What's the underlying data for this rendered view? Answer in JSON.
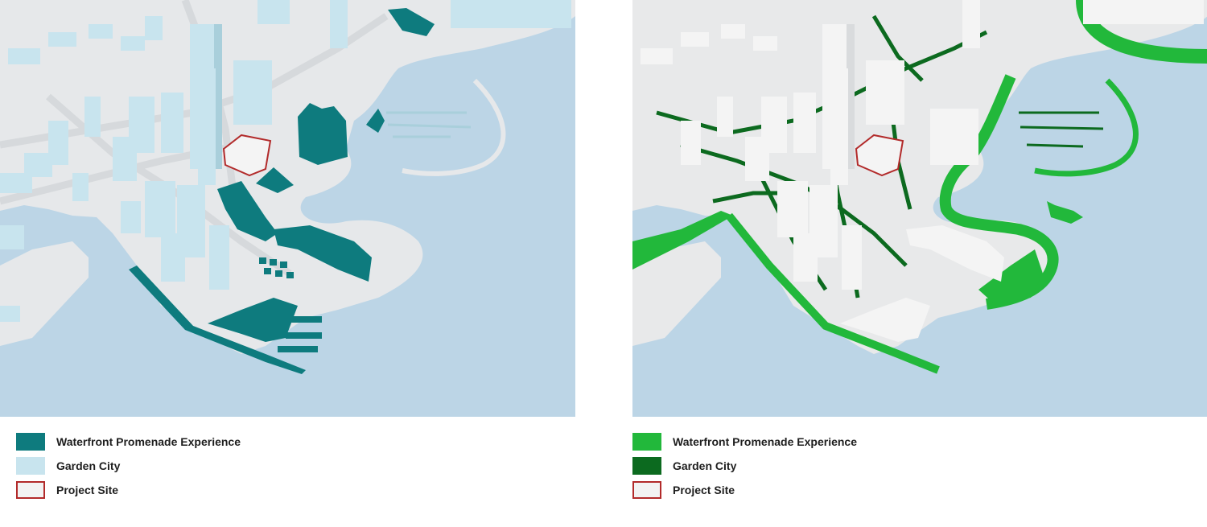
{
  "panels": [
    {
      "id": "left",
      "palette": {
        "water": "#bcd5e6",
        "land": "#e6e8ea",
        "promenade": "#0e7b7e",
        "garden": "#c8e4ee",
        "garden_shade": "#a9cfdb",
        "roads": "#d6d9dc",
        "site_outline": "#b22a2a"
      },
      "legend": [
        {
          "label": "Waterfront Promenade Experience",
          "swatch_fill": "#0e7b7e",
          "swatch_border": "#0e7b7e"
        },
        {
          "label": "Garden City",
          "swatch_fill": "#c8e4ee",
          "swatch_border": "#c8e4ee"
        },
        {
          "label": "Project Site",
          "swatch_fill": "#f2f2f2",
          "swatch_border": "#b22a2a"
        }
      ]
    },
    {
      "id": "right",
      "palette": {
        "water": "#bcd5e6",
        "land": "#e8e9ea",
        "promenade": "#22b83b",
        "garden": "#0c6a1f",
        "roads": "#0c6a1f",
        "building": "#f4f4f4",
        "building_shade": "#d9dbdd",
        "site_outline": "#b22a2a"
      },
      "legend": [
        {
          "label": "Waterfront Promenade Experience",
          "swatch_fill": "#22b83b",
          "swatch_border": "#22b83b"
        },
        {
          "label": "Garden City",
          "swatch_fill": "#0c6a1f",
          "swatch_border": "#0c6a1f"
        },
        {
          "label": "Project Site",
          "swatch_fill": "#f2f2f2",
          "swatch_border": "#b22a2a"
        }
      ]
    }
  ]
}
